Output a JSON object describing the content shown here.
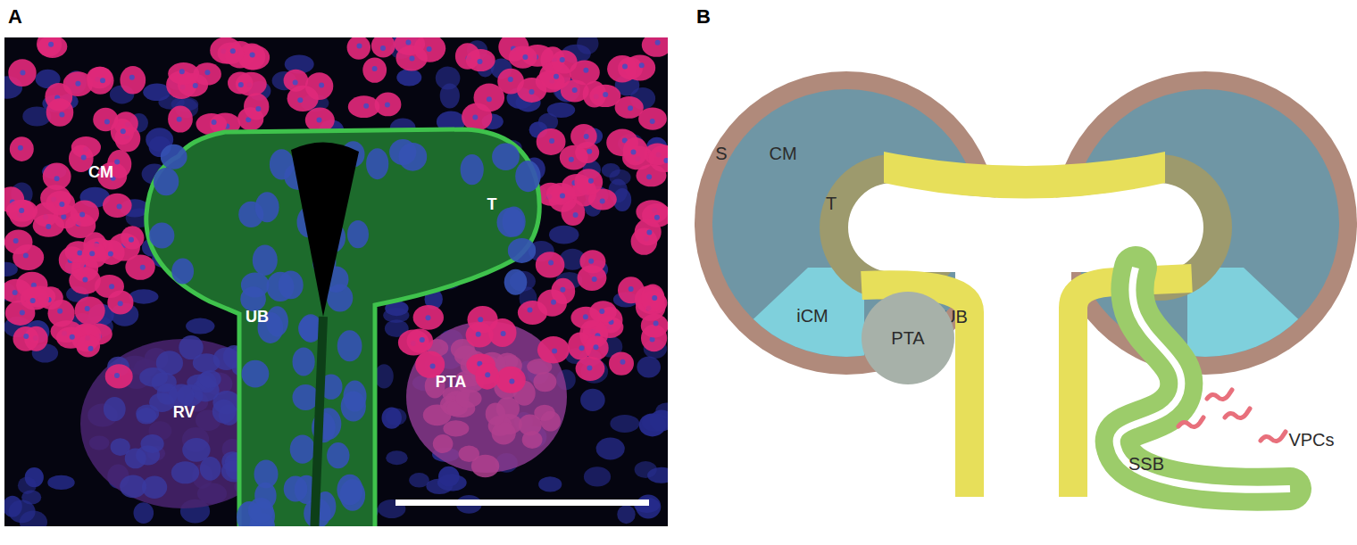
{
  "diagram": {
    "nodes": [
      {
        "text": [
          "PTA"
        ]
      }
    ],
    "labels": [
      "A",
      "CM",
      "T",
      "UB",
      "RV",
      "PTA",
      "B",
      "S",
      "CM",
      "T",
      "iCM",
      "UB",
      "SSB",
      "VPCs"
    ]
  }
}
